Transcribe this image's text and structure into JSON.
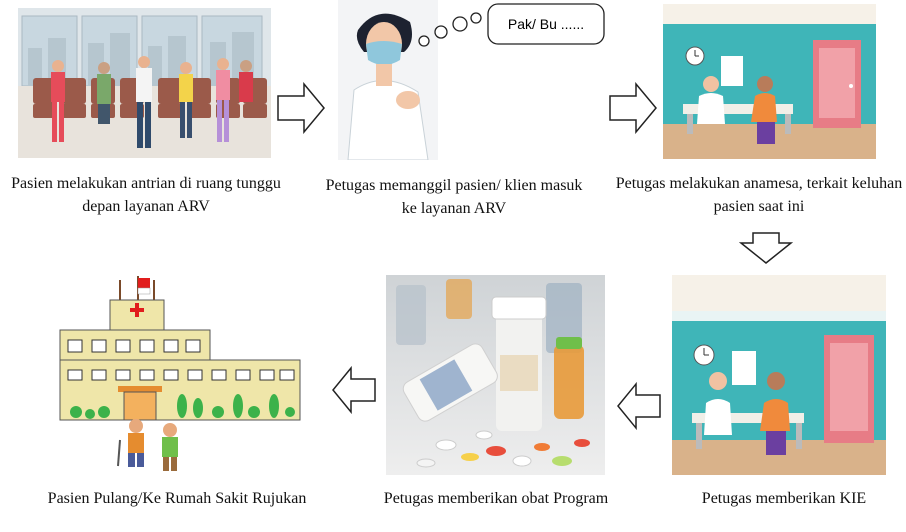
{
  "steps": [
    {
      "caption": "Pasien melakukan antrian di ruang tunggu depan layanan ARV"
    },
    {
      "caption": "Petugas memanggil pasien/ klien masuk ke layanan ARV",
      "speech": "Pak/ Bu ......"
    },
    {
      "caption": "Petugas melakukan anamesa, terkait keluhan pasien saat ini"
    },
    {
      "caption": "Petugas memberikan KIE"
    },
    {
      "caption": "Petugas memberikan obat Program"
    },
    {
      "caption": "Pasien Pulang/Ke Rumah Sakit Rujukan"
    }
  ],
  "colors": {
    "arrow_stroke": "#222222",
    "clinic_wall": "#3fb5b8",
    "floor": "#d9b28a",
    "hospital_wall": "#efe6a9",
    "cross": "#e11d1d"
  },
  "icons": {
    "waiting_room": "waiting-room-illustration",
    "nurse": "nurse-calling-illustration",
    "consultation": "doctor-consultation-illustration",
    "medicines": "medicine-pills-photo",
    "hospital": "hospital-building-illustration"
  }
}
